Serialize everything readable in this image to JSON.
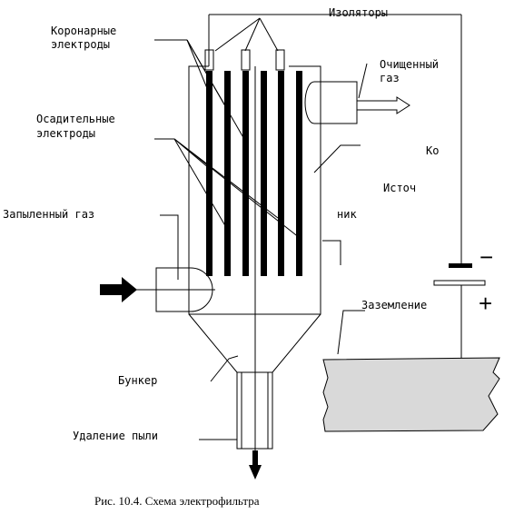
{
  "labels": {
    "insulators": "Изоляторы",
    "corona_line1": "Коронарные",
    "corona_line2": "электроды",
    "clean_gas_line1": "Очищенный",
    "clean_gas_line2": "газ",
    "collecting_line1": "Осадительные",
    "collecting_line2": "электроды",
    "source_part1": "Ко",
    "source_part2": "Источ",
    "source_part3": "ник",
    "dusty_gas": "Запыленный газ",
    "grounding": "Заземление",
    "hopper": "Бункер",
    "dust_removal": "Удаление пыли",
    "minus": "−",
    "plus": "+"
  },
  "caption": "Рис. 10.4. Схема электрофильтра",
  "colors": {
    "ground_fill": "#d9d9d9",
    "stroke": "#000000"
  }
}
